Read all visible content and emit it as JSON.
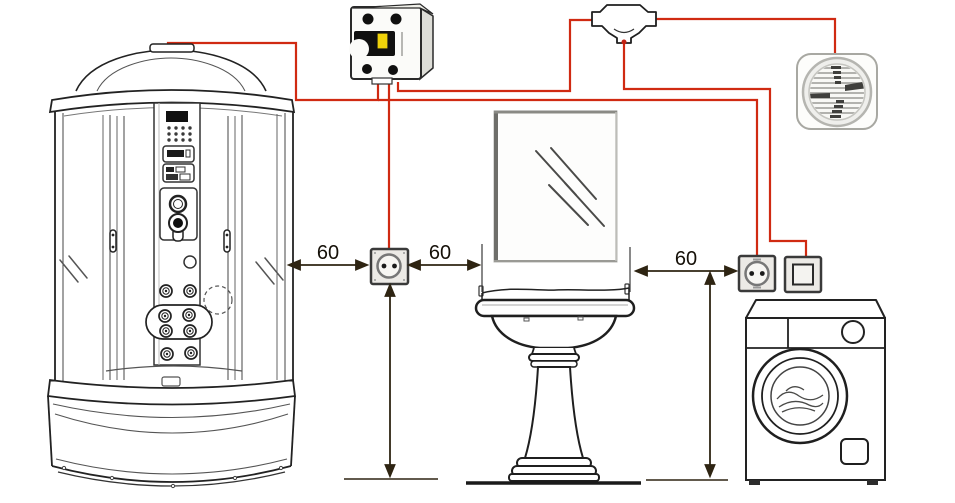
{
  "diagram": {
    "type": "bathroom-electrical-wiring-layout",
    "dimension_labels": {
      "shower_to_outlet": "60",
      "outlet_to_sink": "60",
      "sink_to_washer_outlet": "60"
    },
    "colors": {
      "wire_red": "#d02a12",
      "line_art": "#222222",
      "breaker_button_yellow": "#efd20a",
      "dimension_arrow": "#2e2412",
      "background": "#ffffff"
    },
    "components": [
      "shower-cabin",
      "circuit-breaker",
      "junction-box",
      "exhaust-fan",
      "mirror",
      "pedestal-sink",
      "wall-outlet-shower",
      "wall-outlet-washer",
      "fan-switch",
      "washing-machine"
    ]
  }
}
